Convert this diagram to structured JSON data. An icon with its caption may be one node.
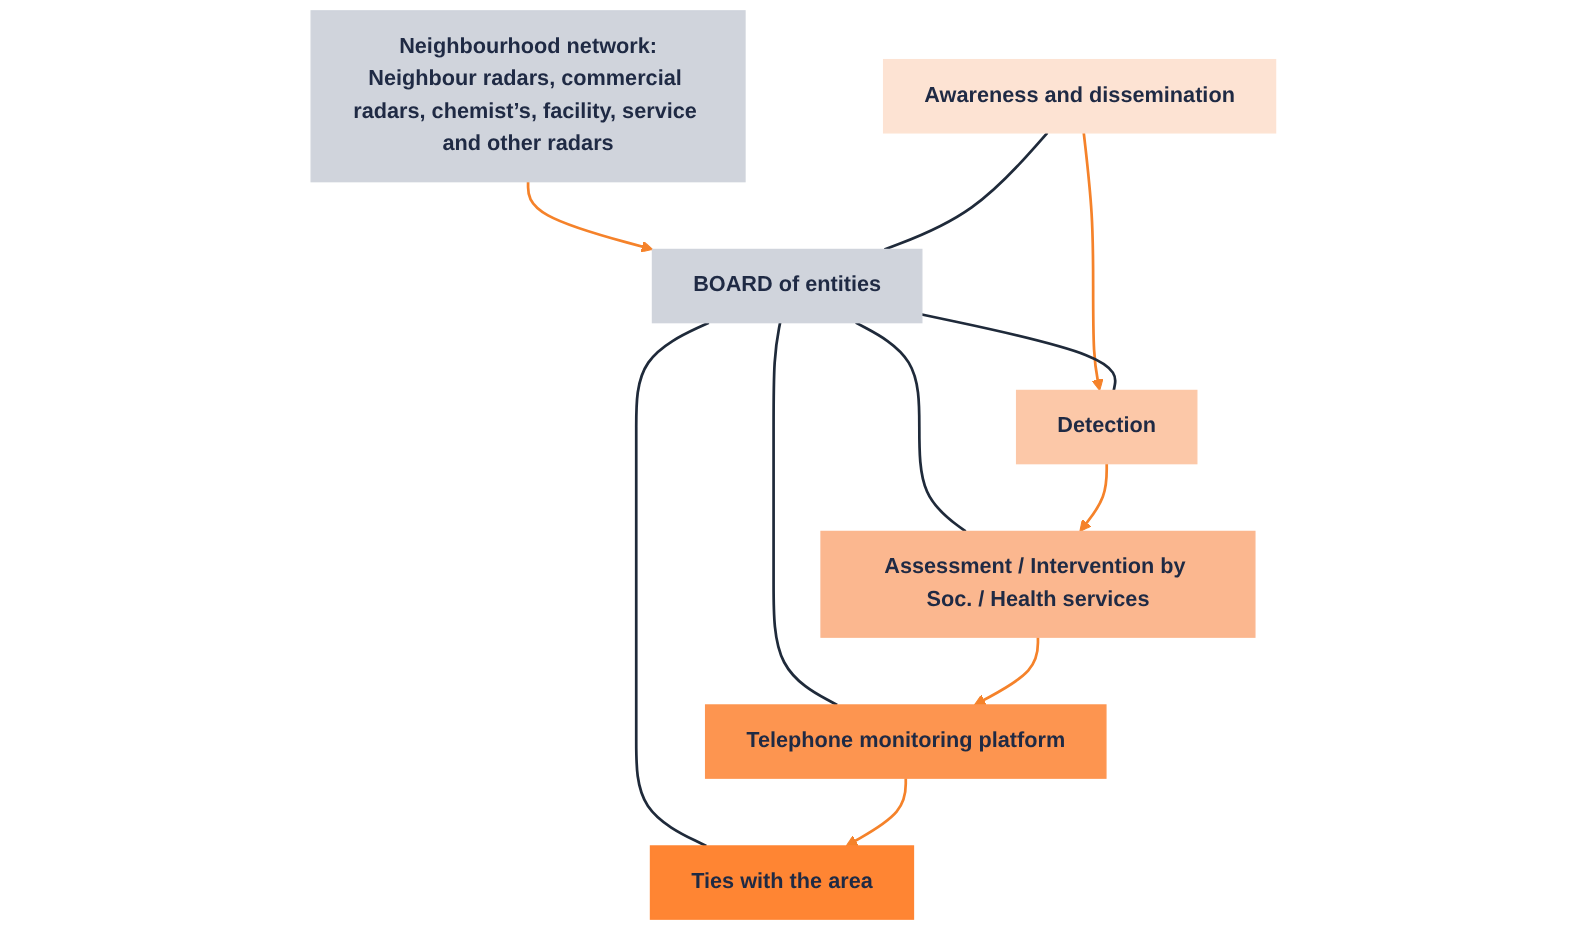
{
  "diagram": {
    "nodes": [
      {
        "text": [
          "Neighbourhood network:",
          "Neighbour radars, commercial radars, chemist’s, facility, service and other radars"
        ]
      },
      {
        "text": [
          "Awareness and dissemination"
        ]
      },
      {
        "text": [
          "BOARD of entities"
        ]
      },
      {
        "text": [
          "Ties with the area"
        ]
      },
      {
        "text": [
          "Detection"
        ]
      },
      {
        "text": [
          "Assessment / Intervention by Soc. / Health services"
        ]
      },
      {
        "text": [
          "Telephone monitoring platform"
        ]
      }
    ],
    "edges": [
      {
        "from": 0,
        "to": 2,
        "arrow": "to",
        "color": "#f5822a"
      },
      {
        "from": 1,
        "to": 2,
        "arrow": "none",
        "color": "#1f2a3a"
      },
      {
        "from": 2,
        "to": 3,
        "arrow": "none",
        "color": "#1f2a3a"
      },
      {
        "from": 1,
        "to": 4,
        "arrow": "to",
        "color": "#f5822a"
      },
      {
        "from": 2,
        "to": 4,
        "arrow": "none",
        "color": "#1f2a3a"
      },
      {
        "from": 2,
        "to": 5,
        "arrow": "none",
        "color": "#1f2a3a"
      },
      {
        "from": 2,
        "to": 6,
        "arrow": "none",
        "color": "#1f2a3a"
      },
      {
        "from": 4,
        "to": 5,
        "arrow": "to",
        "color": "#f5822a"
      },
      {
        "from": 5,
        "to": 6,
        "arrow": "to",
        "color": "#f5822a"
      },
      {
        "from": 6,
        "to": 3,
        "arrow": "to",
        "color": "#f5822a"
      }
    ]
  }
}
